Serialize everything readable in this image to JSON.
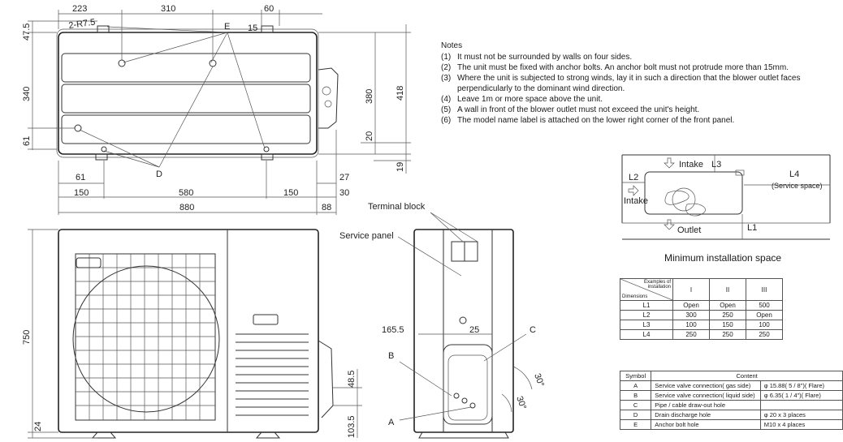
{
  "top_view": {
    "dims_top": [
      "223",
      "310",
      "60"
    ],
    "radius": "2-R7.5",
    "dim_15": "15",
    "dim_47_5": "47.5",
    "dim_340": "340",
    "dim_61_left": "61",
    "dim_380": "380",
    "dim_418": "418",
    "dim_20": "20",
    "dim_19": "19",
    "dims_bottom_row1": [
      "61",
      "27"
    ],
    "dims_bottom_row2": [
      "150",
      "580",
      "150",
      "30"
    ],
    "dims_bottom_row3": [
      "880",
      "88"
    ],
    "label_E": "E",
    "label_D": "D"
  },
  "front_view": {
    "dim_750": "750",
    "dim_24": "24",
    "dim_48_5": "48.5",
    "dim_103_5": "103.5"
  },
  "side_view": {
    "terminal_block": "Terminal block",
    "service_panel": "Service panel",
    "dim_165_5": "165.5",
    "dim_25": "25",
    "label_A": "A",
    "label_B": "B",
    "label_C": "C",
    "angle_1": "30°",
    "angle_2": "30°"
  },
  "notes": {
    "title": "Notes",
    "items": [
      {
        "num": "(1)",
        "text": "It must not be surrounded by walls on four sides."
      },
      {
        "num": "(2)",
        "text": "The unit must be fixed with anchor bolts. An anchor bolt must not protrude more than 15mm."
      },
      {
        "num": "(3)",
        "text": "Where the unit is subjected to strong winds, lay it in such a direction that the blower outlet faces perpendicularly to the dominant wind direction."
      },
      {
        "num": "(4)",
        "text": "Leave 1m or more space above the unit."
      },
      {
        "num": "(5)",
        "text": "A wall in front of the blower outlet must not exceed the unit's height."
      },
      {
        "num": "(6)",
        "text": "The model name label is attached on the lower right corner of the front panel."
      }
    ]
  },
  "space_diagram": {
    "intake_top": "Intake",
    "L3": "L3",
    "L2": "L2",
    "intake_left": "Intake",
    "L4": "L4",
    "service_space": "(Service space)",
    "outlet": "Outlet",
    "L1": "L1",
    "title": "Minimum installation space"
  },
  "dims_table": {
    "corner_top": "Examples of installation",
    "corner_bottom": "Dimensions",
    "columns": [
      "I",
      "II",
      "III"
    ],
    "rows": [
      {
        "name": "L1",
        "values": [
          "Open",
          "Open",
          "500"
        ]
      },
      {
        "name": "L2",
        "values": [
          "300",
          "250",
          "Open"
        ]
      },
      {
        "name": "L3",
        "values": [
          "100",
          "150",
          "100"
        ]
      },
      {
        "name": "L4",
        "values": [
          "250",
          "250",
          "250"
        ]
      }
    ]
  },
  "symbol_table": {
    "headers": [
      "Symbol",
      "Content"
    ],
    "rows": [
      {
        "symbol": "A",
        "desc": "Service valve connection( gas side)",
        "value": "φ 15.88( 5 / 8\")( Flare)"
      },
      {
        "symbol": "B",
        "desc": "Service valve connection( liquid side)",
        "value": "φ 6.35( 1 / 4\")( Flare)"
      },
      {
        "symbol": "C",
        "desc": "Pipe / cable draw-out hole",
        "value": ""
      },
      {
        "symbol": "D",
        "desc": "Drain discharge hole",
        "value": "φ 20 x 3 places"
      },
      {
        "symbol": "E",
        "desc": "Anchor bolt hole",
        "value": "M10 x 4 places"
      }
    ]
  }
}
